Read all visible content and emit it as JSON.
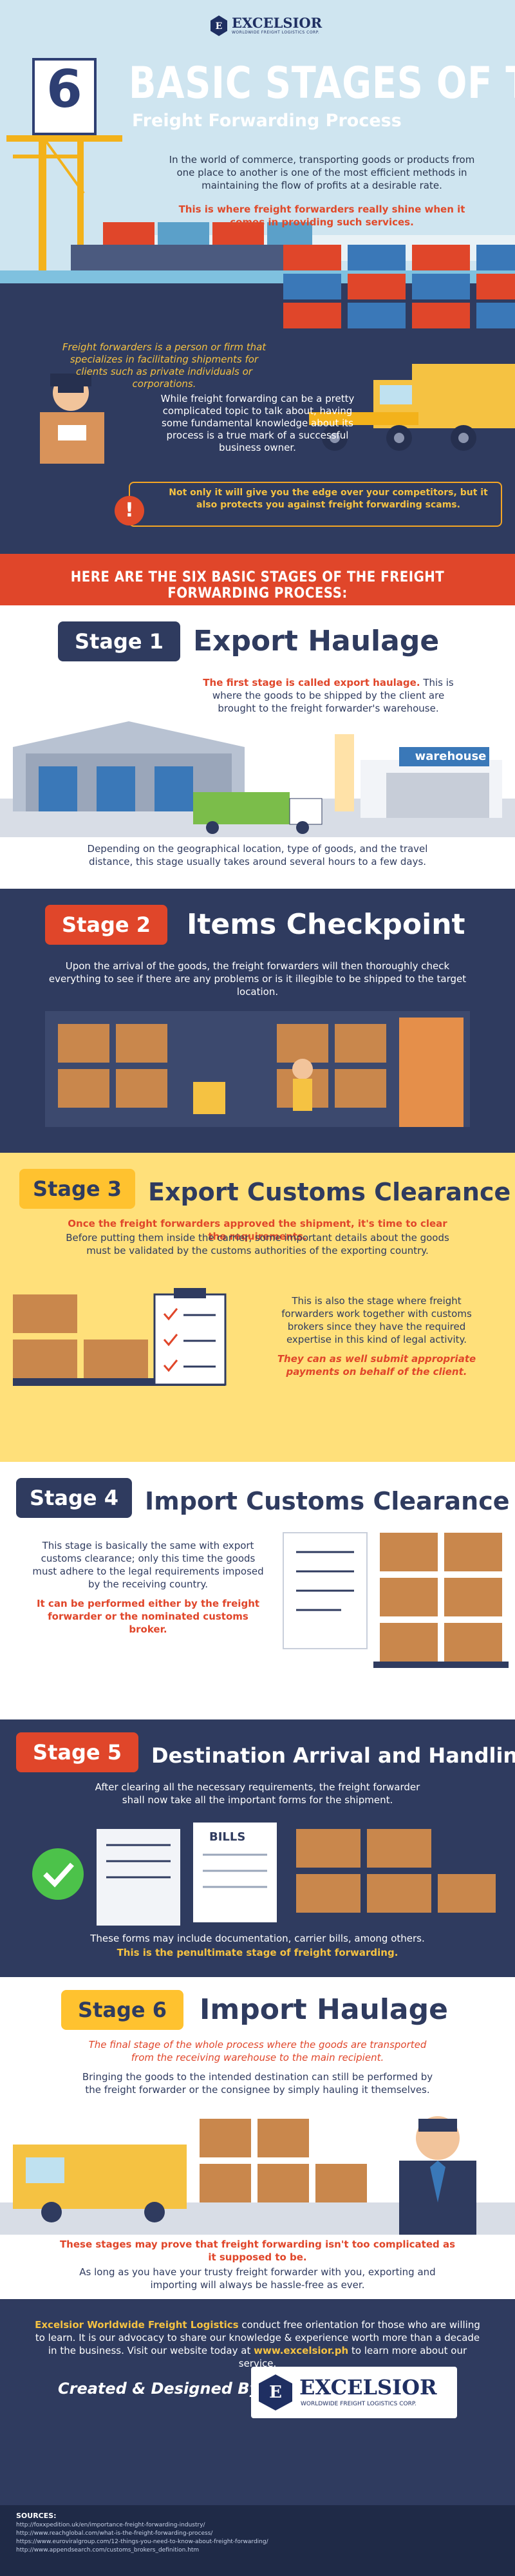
{
  "header": {
    "logo_name": "EXCELSIOR",
    "logo_sub": "WORLDWIDE FREIGHT LOGISTICS CORP.",
    "number": "6",
    "title_main": "BASIC STAGES OF THE",
    "title_sub": "Freight Forwarding Process",
    "intro": "In the world of commerce, transporting goods or products from one place to another is one of the most efficient methods in maintaining the flow of profits at a desirable rate.",
    "intro_highlight": "This is where freight forwarders really shine when it comes in providing such services.",
    "definition": "Freight forwarders is a person or firm that specializes in facilitating shipments for clients such as private individuals or corporations.",
    "knowledge": "While freight forwarding can be a pretty complicated topic to talk about, having some fundamental knowledge about its process is a true mark of a successful business owner.",
    "warning_icon": "!",
    "warning": "Not only it will give you the edge over your competitors, but it also protects you against freight forwarding scams."
  },
  "banner": "HERE ARE THE SIX BASIC STAGES OF THE FREIGHT FORWARDING PROCESS:",
  "stages": [
    {
      "label": "Stage 1",
      "title": "Export Haulage",
      "highlight": "The first stage is called export haulage.",
      "text": " This is where the goods to be shipped by the client are brought to the freight forwarder's warehouse.",
      "warehouse_sign": "warehouse",
      "note": "Depending on the geographical location, type of goods, and the travel distance, this stage usually takes around several hours to a few days."
    },
    {
      "label": "Stage 2",
      "title": "Items Checkpoint",
      "text": "Upon the arrival of the goods, the freight forwarders will then thoroughly check everything to see if there are any problems or is it illegible to be shipped to the target location."
    },
    {
      "label": "Stage 3",
      "title": "Export Customs Clearance",
      "highlight": "Once the freight forwarders approved the shipment, it's time to clear the requirements.",
      "text": "Before putting them inside the carrier, some important details about the goods must be validated by the customs authorities of the exporting country.",
      "side": "This is also the stage where freight forwarders work together with customs brokers since they have the required expertise in this kind of legal activity.",
      "side_highlight": "They can as well submit appropriate payments on behalf of the client."
    },
    {
      "label": "Stage 4",
      "title": "Import Customs Clearance",
      "text": "This stage is basically the same with export customs clearance; only this time the goods must adhere to the legal requirements imposed by the receiving country.",
      "highlight": "It can be performed either by the freight forwarder or the nominated customs broker."
    },
    {
      "label": "Stage 5",
      "title": "Destination Arrival and Handling",
      "text": "After clearing all the necessary requirements, the freight forwarder shall now take all the important forms for the shipment.",
      "bills_label": "BILLS",
      "note": "These forms may include documentation, carrier bills, among others.",
      "highlight": "This is the penultimate stage of freight forwarding."
    },
    {
      "label": "Stage 6",
      "title": "Import Haulage",
      "highlight": "The final stage of the whole process where the goods are transported from the receiving warehouse to the main recipient.",
      "text": "Bringing the goods to the intended destination can still be performed by the freight forwarder or the consignee by simply hauling it themselves.",
      "closing_highlight": "These stages may prove that freight forwarding isn't too complicated as it supposed to be.",
      "closing": "As long as you have your trusty freight forwarder with you, exporting and importing will always be hassle-free as ever."
    }
  ],
  "footer": {
    "brand": "Excelsior Worldwide Freight Logistics",
    "text": " conduct free orientation for those who are willing to learn. It is our advocacy to share our knowledge & experience worth more than a decade in the business. Visit our website today at ",
    "url": "www.excelsior.ph",
    "text_end": " to learn more about our service.",
    "credit": "Created & Designed By:",
    "logo_name": "EXCELSIOR",
    "logo_sub": "WORLDWIDE FREIGHT LOGISTICS CORP.",
    "sources_title": "SOURCES:",
    "sources": [
      "http://foxxpedition.uk/en/importance-freight-forwarding-industry/",
      "http://www.reachglobal.com/what-is-the-freight-forwarding-process/",
      "https://www.euroviralgroup.com/12-things-you-need-to-know-about-freight-forwarding/",
      "http://www.appendsearch.com/customs_brokers_definition.htm"
    ]
  },
  "colors": {
    "navy": "#2f3b5f",
    "red": "#e0462a",
    "yellow": "#f5c242",
    "light_blue": "#cfe5f0",
    "light_yellow": "#ffe07a"
  }
}
